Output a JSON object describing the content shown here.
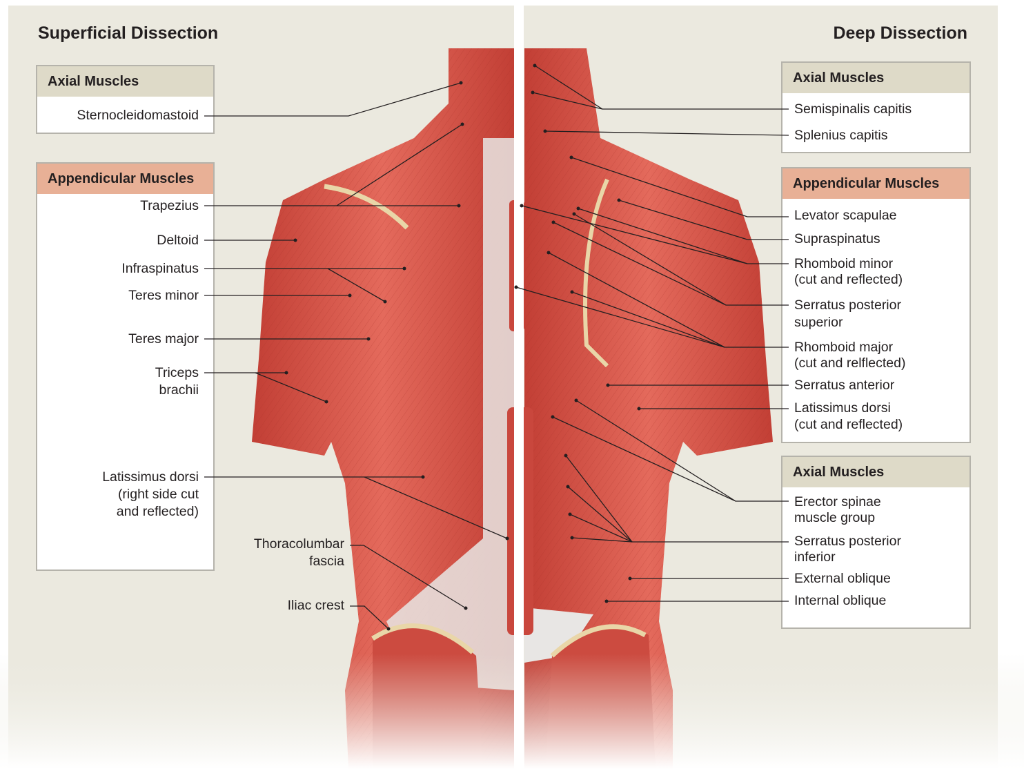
{
  "left": {
    "title": "Superficial Dissection",
    "axial": {
      "header": "Axial Muscles",
      "items": [
        "Sternocleidomastoid"
      ]
    },
    "appendicular": {
      "header": "Appendicular Muscles",
      "items": [
        "Trapezius",
        "Deltoid",
        "Infraspinatus",
        "Teres minor",
        "Teres major",
        "Triceps",
        "brachii",
        "Latissimus dorsi",
        "(right side cut",
        "and reflected)"
      ]
    },
    "free_labels": [
      "Thoracolumbar",
      "fascia",
      "Iliac crest"
    ]
  },
  "right": {
    "title": "Deep Dissection",
    "axial_top": {
      "header": "Axial Muscles",
      "items": [
        "Semispinalis capitis",
        "Splenius capitis"
      ]
    },
    "appendicular": {
      "header": "Appendicular Muscles",
      "items": [
        "Levator scapulae",
        "Supraspinatus",
        "Rhomboid minor",
        "(cut and reflected)",
        "Serratus posterior",
        "superior",
        "Rhomboid major",
        "(cut and relflected)",
        "Serratus anterior",
        "Latissimus dorsi",
        "(cut and reflected)"
      ]
    },
    "axial_bottom": {
      "header": "Axial Muscles",
      "items": [
        "Erector spinae",
        "muscle group",
        "Serratus posterior",
        "inferior",
        "External oblique",
        "Internal oblique"
      ]
    }
  },
  "colors": {
    "background": "#ebe9df",
    "axial_header": "#dedac8",
    "appendicular_header": "#e8b096",
    "muscle": "#d9564a"
  }
}
